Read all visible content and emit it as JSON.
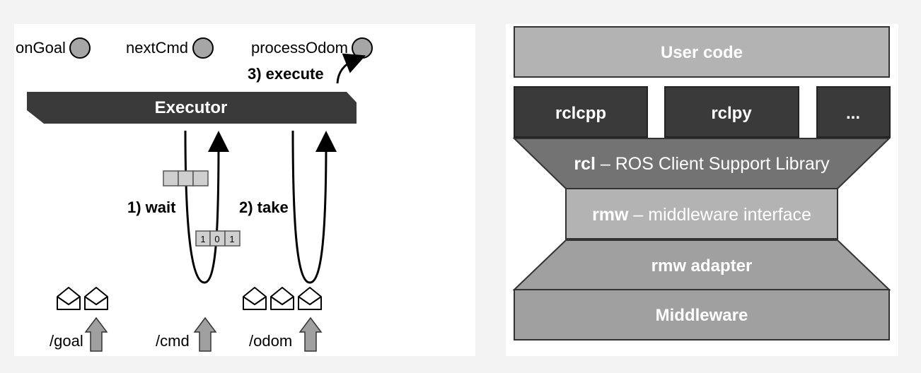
{
  "callbacks": [
    {
      "label": "onGoal"
    },
    {
      "label": "nextCmd"
    },
    {
      "label": "processOdom"
    }
  ],
  "executor": {
    "label": "Executor",
    "execute_label": "3) execute",
    "wait_label": "1) wait",
    "take_label": "2) take"
  },
  "queue_bits": [
    "1",
    "0",
    "1"
  ],
  "topics": [
    {
      "label": "/goal"
    },
    {
      "label": "/cmd"
    },
    {
      "label": "/odom"
    }
  ],
  "stack": {
    "user_code": "User code",
    "clients": [
      "rclcpp",
      "rclpy",
      "..."
    ],
    "rcl": {
      "name": "rcl",
      "rest": " – ROS Client Support Library"
    },
    "rmw": {
      "name": "rmw",
      "rest": " – middleware interface"
    },
    "rmw_adapter": "rmw adapter",
    "middleware": "Middleware"
  },
  "colors": {
    "dark": "#3a3a3a",
    "mid": "#737373",
    "light": "#a0a0a0",
    "lighter": "#b3b3b3",
    "box": "#cfcfcf"
  }
}
